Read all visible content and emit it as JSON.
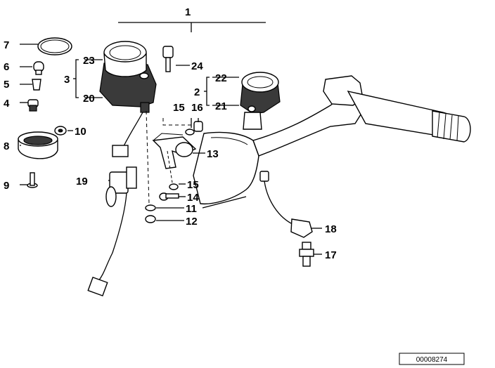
{
  "diagram": {
    "callouts": {
      "c1": "1",
      "c2": "2",
      "c3": "3",
      "c4": "4",
      "c5": "5",
      "c6": "6",
      "c7": "7",
      "c8": "8",
      "c9": "9",
      "c10": "10",
      "c11": "11",
      "c12": "12",
      "c13": "13",
      "c14": "14",
      "c15a": "15",
      "c15b": "15",
      "c16": "16",
      "c17": "17",
      "c18": "18",
      "c19": "19",
      "c20": "20",
      "c21": "21",
      "c22": "22",
      "c23": "23",
      "c24": "24"
    },
    "reference_number": "00008274"
  }
}
